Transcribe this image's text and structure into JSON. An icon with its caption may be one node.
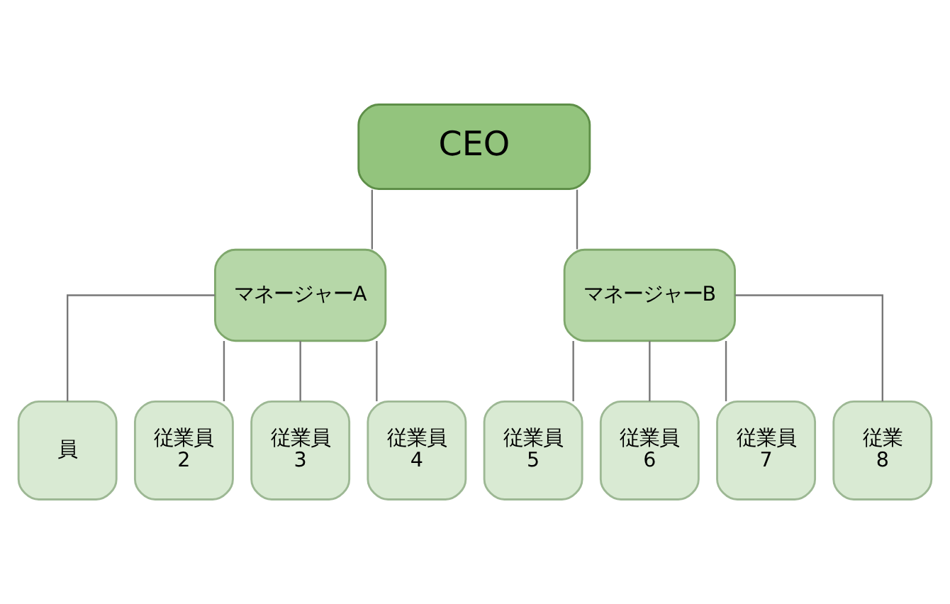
{
  "diagram": {
    "nodes": [
      {
        "text": [
          "CEO"
        ]
      },
      {
        "text": [
          "マネージャーA"
        ]
      },
      {
        "text": [
          "マネージャーB"
        ]
      },
      {
        "text": [
          "員"
        ]
      },
      {
        "text": [
          "従業員",
          "2"
        ]
      },
      {
        "text": [
          "従業員",
          "3"
        ]
      },
      {
        "text": [
          "従業員",
          "4"
        ]
      },
      {
        "text": [
          "従業員",
          "5"
        ]
      },
      {
        "text": [
          "従業員",
          "6"
        ]
      },
      {
        "text": [
          "従業員",
          "7"
        ]
      },
      {
        "text": [
          "従業",
          "8"
        ]
      }
    ],
    "edges": [
      {
        "from": 0,
        "to": 1,
        "arrow": "none"
      },
      {
        "from": 0,
        "to": 2,
        "arrow": "none"
      },
      {
        "from": 1,
        "to": 3,
        "arrow": "none"
      },
      {
        "from": 1,
        "to": 4,
        "arrow": "none"
      },
      {
        "from": 1,
        "to": 5,
        "arrow": "none"
      },
      {
        "from": 1,
        "to": 6,
        "arrow": "none"
      },
      {
        "from": 2,
        "to": 7,
        "arrow": "none"
      },
      {
        "from": 2,
        "to": 8,
        "arrow": "none"
      },
      {
        "from": 2,
        "to": 9,
        "arrow": "none"
      },
      {
        "from": 2,
        "to": 10,
        "arrow": "none"
      }
    ]
  }
}
